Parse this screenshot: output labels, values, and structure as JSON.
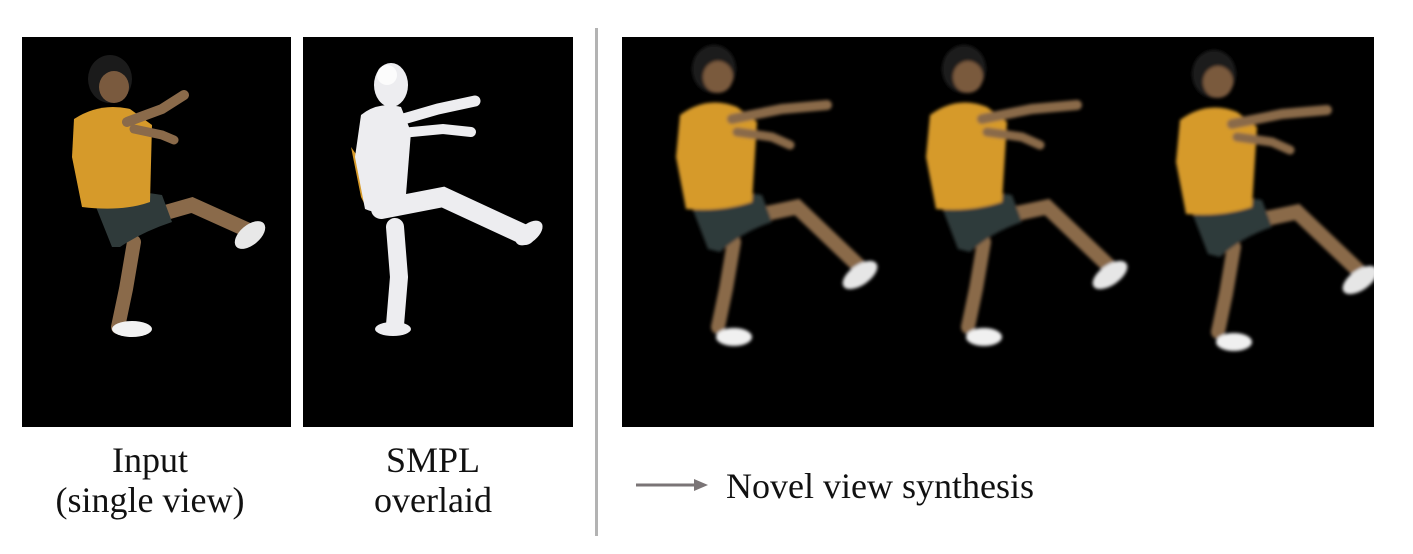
{
  "figure": {
    "panels": [
      {
        "id": "input",
        "caption_lines": [
          "Input",
          "(single view)"
        ]
      },
      {
        "id": "smpl",
        "caption_lines": [
          "SMPL",
          "overlaid"
        ]
      }
    ],
    "novel_view": {
      "caption": "Novel view synthesis",
      "frames": 3
    },
    "colors": {
      "background": "#000000",
      "shirt": "#d69a2a",
      "shorts": "#2f3a3a",
      "skin": "#8a6a4a",
      "smpl_mesh": "#ededf0",
      "divider": "#b3b3b3",
      "arrow": "#7a7476"
    },
    "icons": {
      "arrow": "right-arrow-icon"
    }
  }
}
